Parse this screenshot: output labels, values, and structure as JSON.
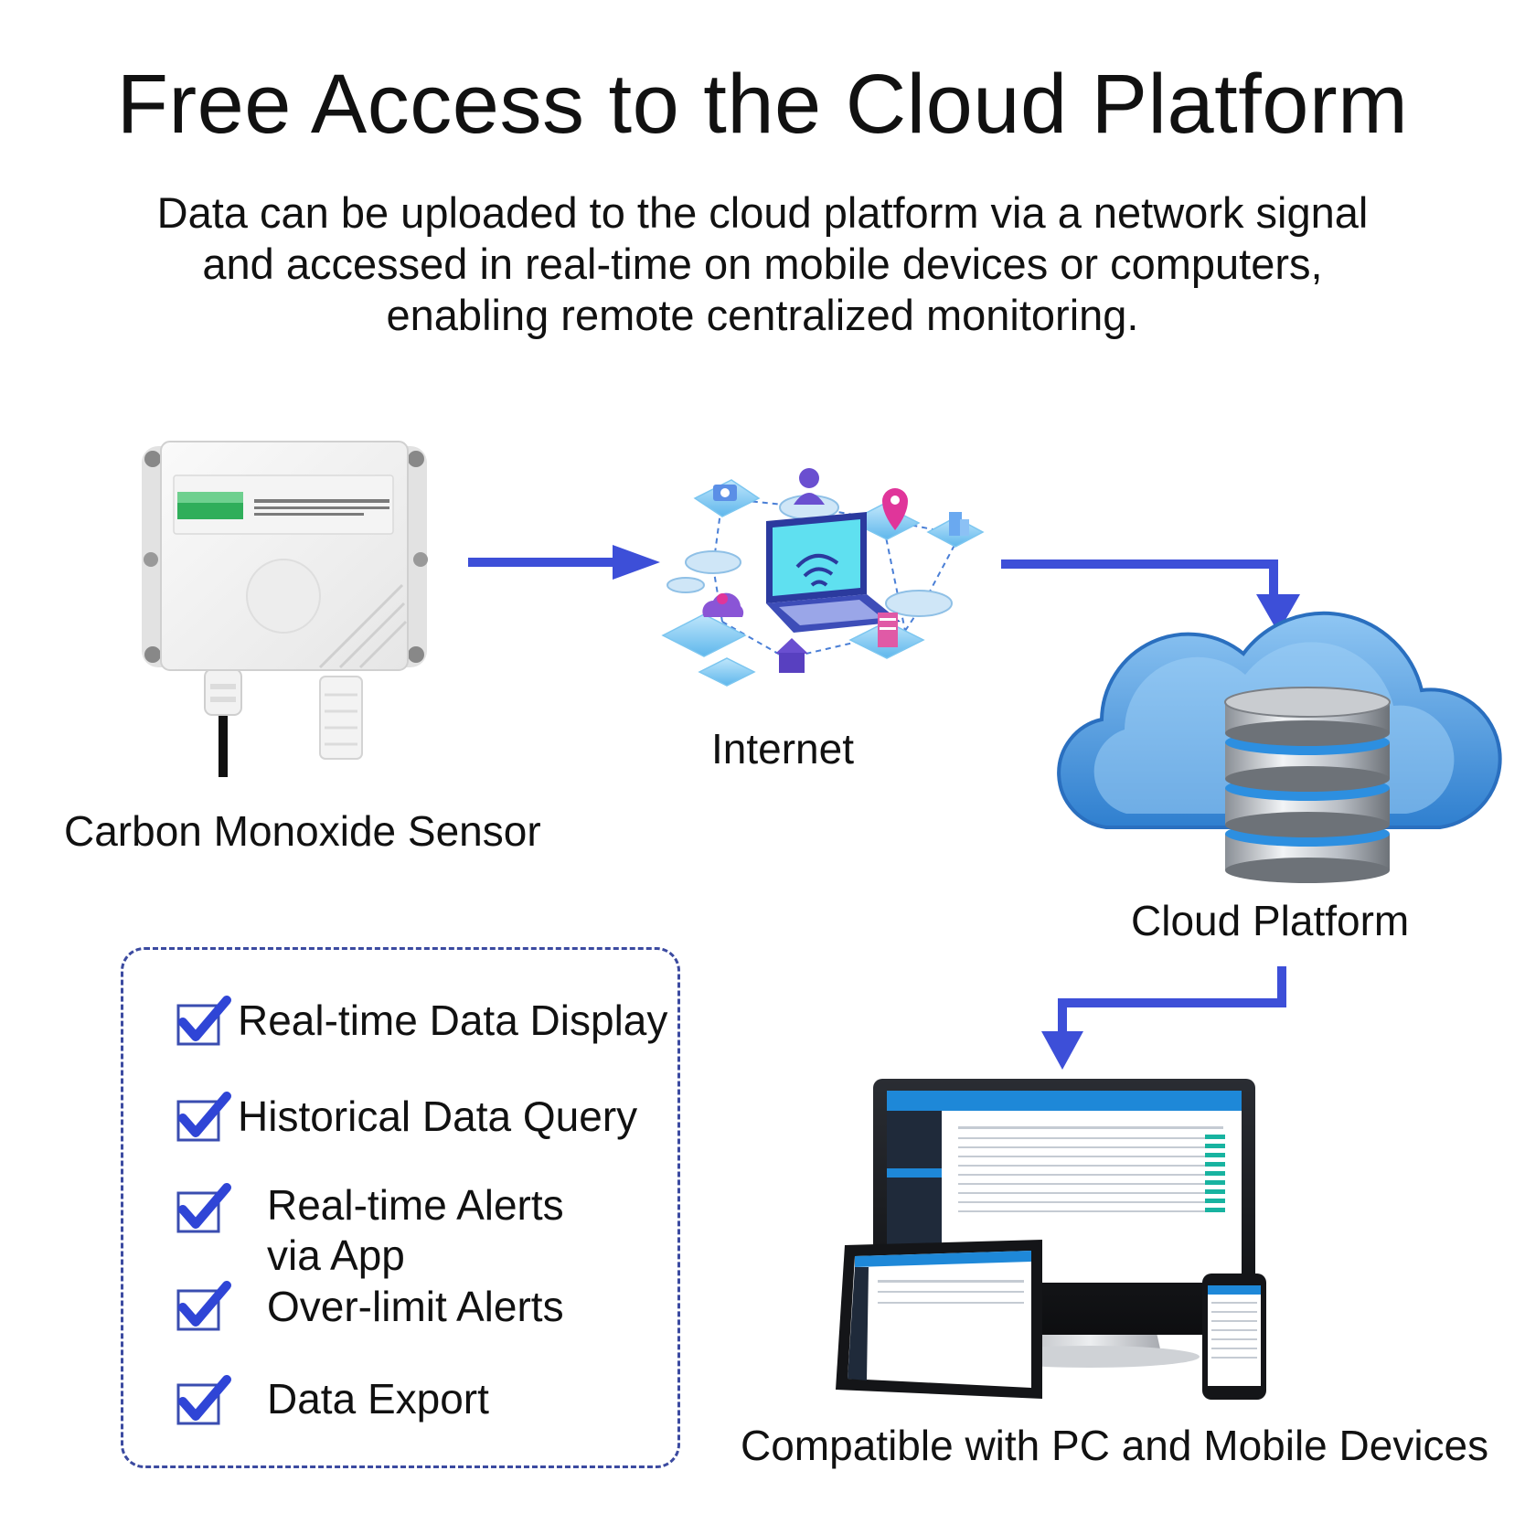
{
  "title": "Free Access to the Cloud Platform",
  "subtitle": {
    "line1": "Data can be uploaded to the cloud platform via a network signal",
    "line2": "and accessed in real-time on mobile devices or computers,",
    "line3": "enabling remote centralized monitoring."
  },
  "nodes": {
    "sensor": "Carbon Monoxide Sensor",
    "internet": "Internet",
    "cloud": "Cloud Platform",
    "devices": "Compatible with PC and Mobile Devices"
  },
  "features": [
    "Real-time Data Display",
    "Historical Data Query",
    "Real-time Alerts",
    "via App",
    "Over-limit Alerts",
    "Data Export"
  ],
  "colors": {
    "arrow": "#3d4fd8",
    "checkmark": "#2f45d6",
    "box_border": "#3b4aa0",
    "cloud": "#4a9be0",
    "screen_header": "#1e88d8"
  },
  "icons": [
    "arrow-right-icon",
    "arrow-down-icon",
    "checkmark-icon",
    "network-icon",
    "cloud-database-icon",
    "sensor-device",
    "monitor-device",
    "tablet-device",
    "phone-device"
  ]
}
